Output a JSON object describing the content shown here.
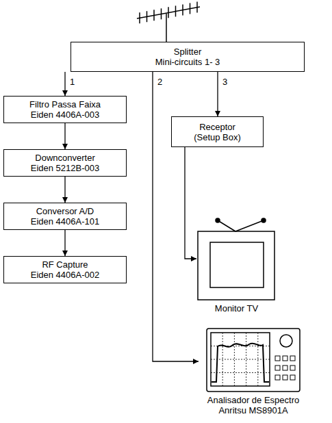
{
  "diagram": {
    "nodes": [
      {
        "text": [
          "Splitter",
          "Mini-circuits 1- 3"
        ]
      },
      {
        "text": [
          "Filtro Passa Faixa",
          "Eiden 4406A-003"
        ]
      },
      {
        "text": [
          "Downconverter",
          "Eiden 5212B-003"
        ]
      },
      {
        "text": [
          "Conversor A/D",
          "Eiden 4406A-101"
        ]
      },
      {
        "text": [
          "RF Capture",
          "Eiden 4406A-002"
        ]
      },
      {
        "text": [
          "Receptor",
          "(Setup Box)"
        ]
      },
      {
        "text": [
          "Monitor TV"
        ]
      },
      {
        "text": [
          "Analisador de Espectro",
          "Anritsu MS8901A"
        ]
      }
    ],
    "edges": [
      {
        "from": 0,
        "to": 1,
        "label": "1",
        "arrow": "to"
      },
      {
        "from": 0,
        "to": 7,
        "label": "2",
        "arrow": "to"
      },
      {
        "from": 0,
        "to": 5,
        "label": "3",
        "arrow": "to"
      },
      {
        "from": 1,
        "to": 2,
        "arrow": "to"
      },
      {
        "from": 2,
        "to": 3,
        "arrow": "to"
      },
      {
        "from": 3,
        "to": 4,
        "arrow": "to"
      },
      {
        "from": 5,
        "to": 6,
        "arrow": "to"
      }
    ]
  }
}
